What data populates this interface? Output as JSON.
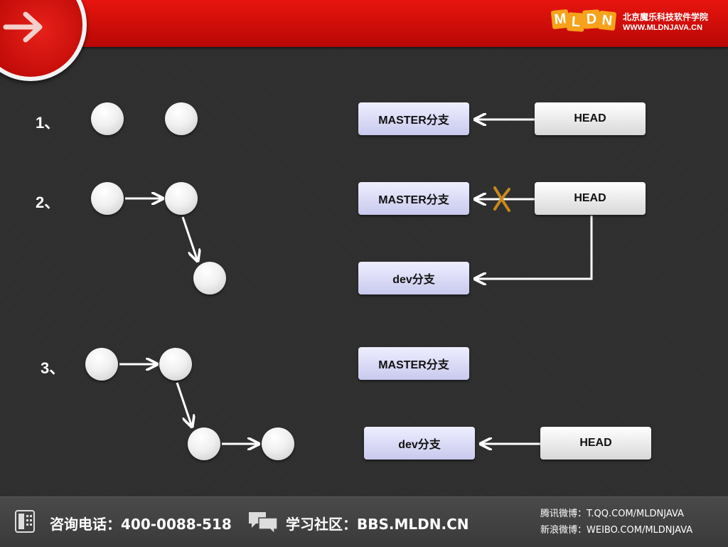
{
  "header": {
    "logo_letters": [
      "M",
      "L",
      "D",
      "N"
    ],
    "school_name": "北京魔乐科技软件学院",
    "school_url": "WWW.MLDNJAVA.CN"
  },
  "diagram": {
    "step1": {
      "label": "1、",
      "master": "MASTER分支",
      "head": "HEAD"
    },
    "step2": {
      "label": "2、",
      "master": "MASTER分支",
      "head": "HEAD",
      "dev": "dev分支"
    },
    "step3": {
      "label": "3、",
      "master": "MASTER分支",
      "dev": "dev分支",
      "head": "HEAD"
    }
  },
  "footer": {
    "phone": "咨询电话：400-0088-518",
    "forum": "学习社区：BBS.MLDN.CN",
    "tencent_weibo": "腾讯微博：T.QQ.COM/MLDNJAVA",
    "sina_weibo": "新浪微博：WEIBO.COM/MLDNJAVA"
  },
  "colors": {
    "header_red": "#d40e0a",
    "logo_orange": "#f6a21a",
    "branch_box": "#d8d8f4",
    "cross_mark": "#c88a1a"
  }
}
